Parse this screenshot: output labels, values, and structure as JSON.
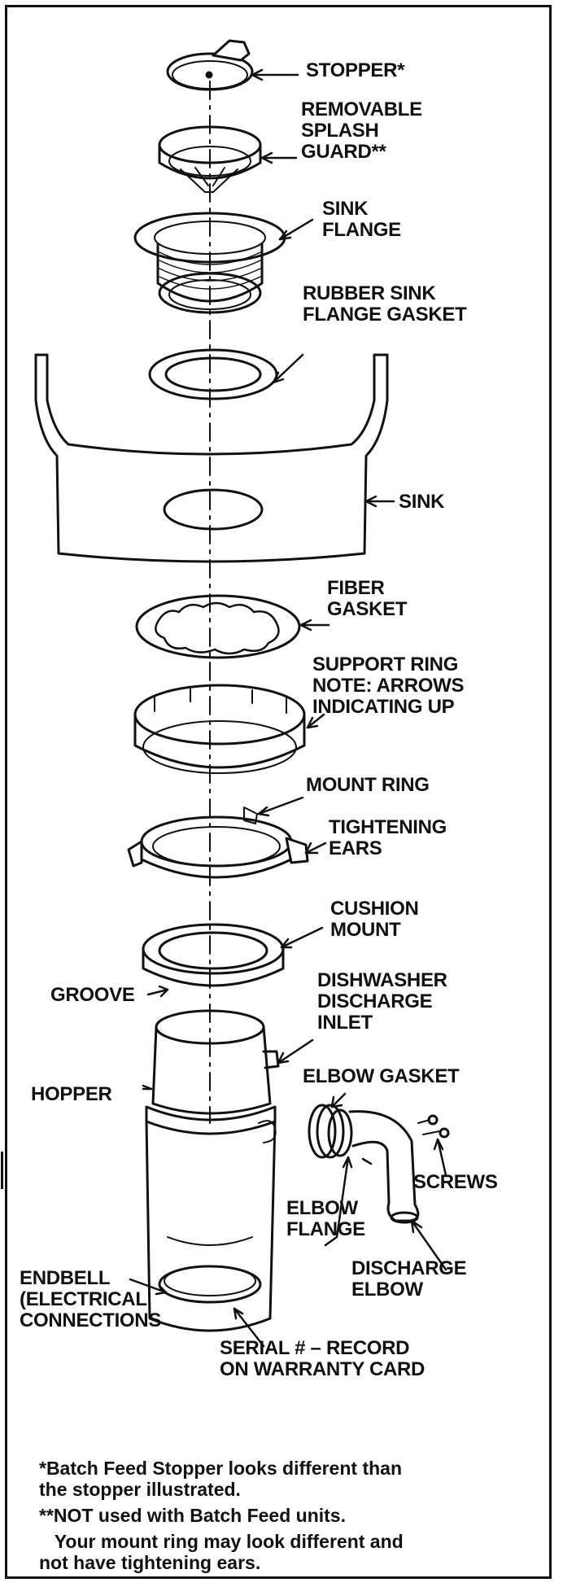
{
  "labels": {
    "stopper": "STOPPER*",
    "splash_guard": [
      "REMOVABLE",
      "SPLASH",
      "GUARD**"
    ],
    "sink_flange": [
      "SINK",
      "FLANGE"
    ],
    "rubber_gasket": [
      "RUBBER SINK",
      "FLANGE GASKET"
    ],
    "sink": "SINK",
    "fiber_gasket": [
      "FIBER",
      "GASKET"
    ],
    "support_ring": [
      "SUPPORT RING",
      "NOTE: ARROWS",
      "INDICATING UP"
    ],
    "mount_ring": "MOUNT RING",
    "tightening_ears": [
      "TIGHTENING",
      "EARS"
    ],
    "cushion_mount": [
      "CUSHION",
      "MOUNT"
    ],
    "groove": "GROOVE",
    "dishwasher_inlet": [
      "DISHWASHER",
      "DISCHARGE",
      "INLET"
    ],
    "elbow_gasket": "ELBOW GASKET",
    "hopper": "HOPPER",
    "screws": "SCREWS",
    "elbow_flange": [
      "ELBOW",
      "FLANGE"
    ],
    "discharge_elbow": [
      "DISCHARGE",
      "ELBOW"
    ],
    "endbell": [
      "ENDBELL",
      "(ELECTRICAL",
      "CONNECTIONS"
    ],
    "serial": [
      "SERIAL #  –  RECORD",
      "ON WARRANTY CARD"
    ]
  },
  "notes": [
    "*Batch Feed Stopper looks different than",
    "the stopper illustrated.",
    "**NOT used with Batch Feed units.",
    "   Your mount ring may look different and",
    "not have tightening ears."
  ]
}
